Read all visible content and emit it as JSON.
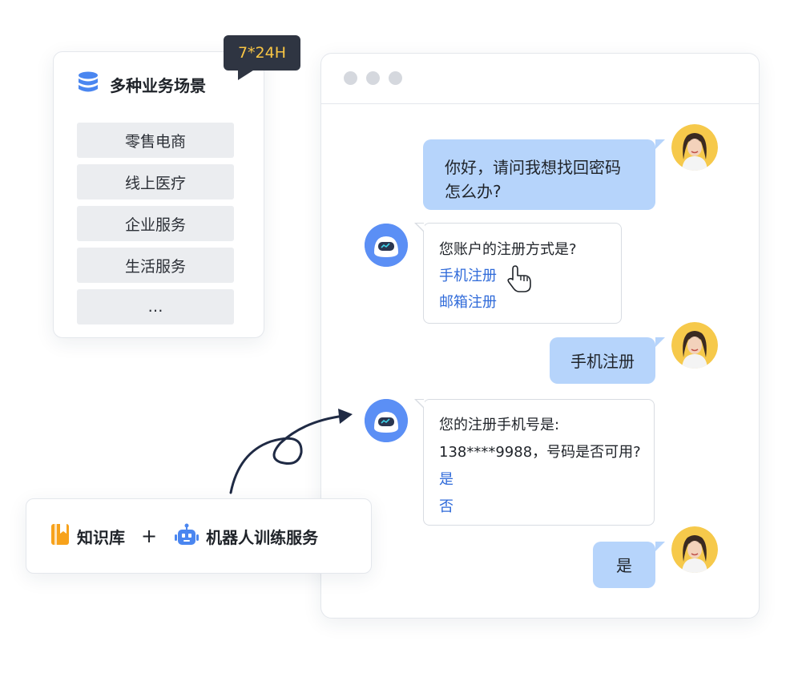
{
  "scenarios": {
    "title": "多种业务场景",
    "badge": "7*24H",
    "items": [
      "零售电商",
      "线上医疗",
      "企业服务",
      "生活服务",
      "…"
    ]
  },
  "chat": {
    "msg1": {
      "line1": "你好，请问我想找回密码",
      "line2": "怎么办?"
    },
    "msg2": {
      "question": "您账户的注册方式是?",
      "option1": "手机注册",
      "option2": "邮箱注册"
    },
    "msg3": {
      "text": "手机注册"
    },
    "msg4": {
      "line1": "您的注册手机号是:",
      "line2": "138****9988，号码是否可用?",
      "option1": "是",
      "option2": "否"
    },
    "msg5": {
      "text": "是"
    }
  },
  "knowledge": {
    "kb_label": "知识库",
    "plus": "+",
    "robot_label": "机器人训练服务"
  },
  "colors": {
    "accent_blue": "#5b8ff5",
    "link_blue": "#2f6ad9",
    "user_bubble": "#b6d4fb",
    "badge_bg": "#2f3542",
    "badge_text": "#f8c544",
    "kb_orange": "#f7a21b"
  }
}
